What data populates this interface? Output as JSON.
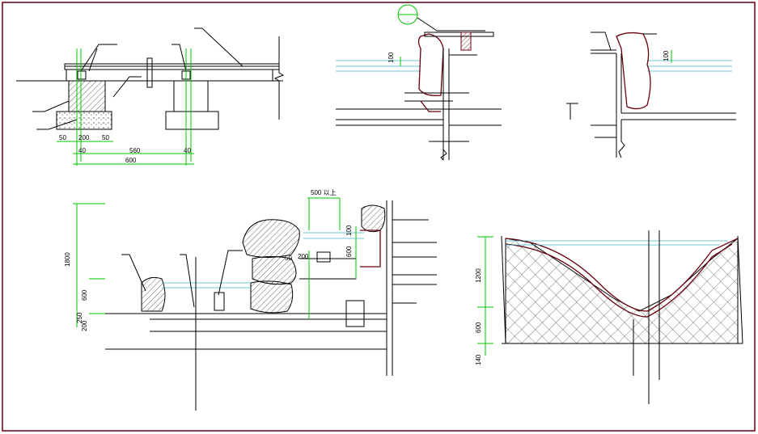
{
  "colors": {
    "frame": "#5a0010",
    "linework": "#000000",
    "dark_red": "#6b0010",
    "dimension_green": "#00c400",
    "water_cyan": "#3fb8c8"
  },
  "deck_detail": {
    "dims_row1": [
      "50",
      "200",
      "50"
    ],
    "dims_row2": [
      "40",
      "560",
      "40"
    ],
    "dims_total": "600"
  },
  "edge_detail_a": {
    "dim": "100"
  },
  "edge_detail_b": {
    "dim": "100"
  },
  "waterfall_section": {
    "note_top": "500 以上",
    "dims_left": [
      "1800",
      "600",
      "250",
      "200"
    ],
    "dims_pool": [
      "100",
      "600"
    ],
    "dims_mid": [
      "50",
      "200"
    ]
  },
  "pond_section": {
    "dims_left": [
      "1200",
      "600",
      "140"
    ]
  }
}
